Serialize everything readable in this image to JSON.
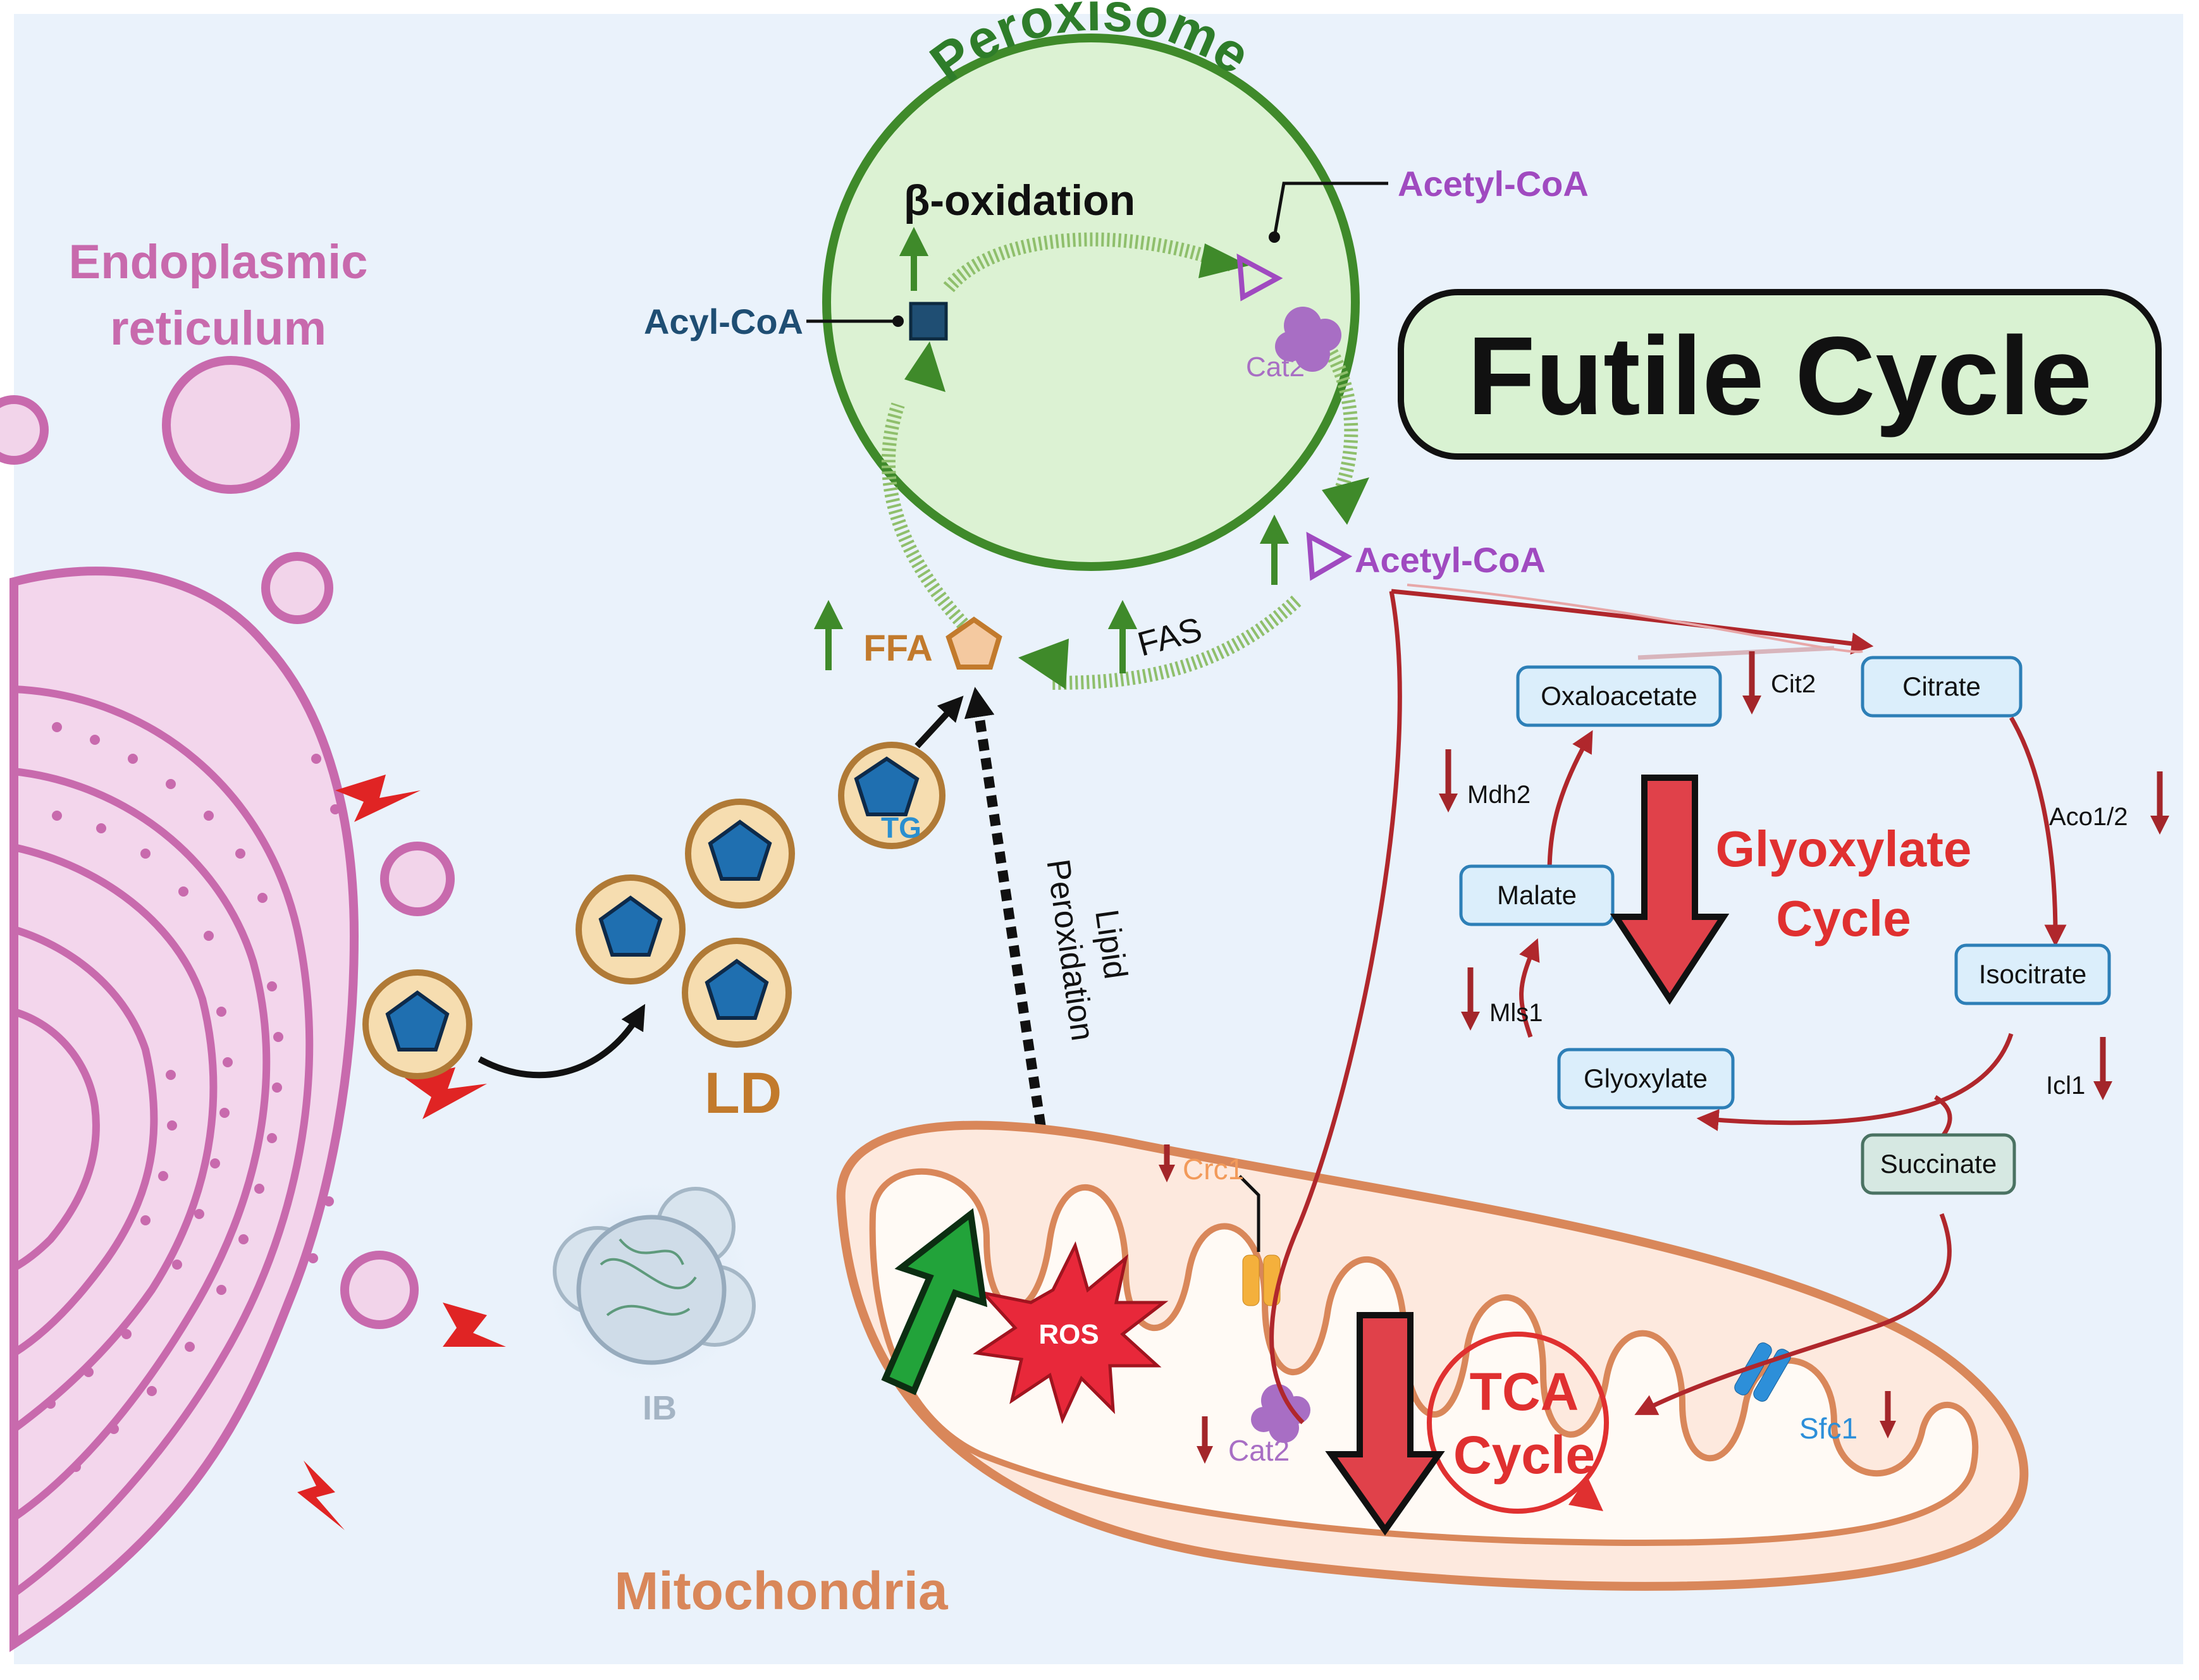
{
  "organelles": {
    "er": "Endoplasmic reticulum",
    "er_line1": "Endoplasmic",
    "er_line2": "reticulum",
    "peroxisome": "Peroxisome",
    "mitochondria": "Mitochondria",
    "lipid_droplet": "LD",
    "inclusion_body": "IB"
  },
  "title": "Futile Cycle",
  "peroxisome": {
    "beta_oxidation": "β-oxidation",
    "acyl_coa": "Acyl-CoA",
    "acetyl_coa_inner": "Acetyl-CoA",
    "acetyl_coa_outer": "Acetyl-CoA",
    "cat2": "Cat2",
    "fas": "FAS",
    "ffa": "FFA",
    "tg": "TG"
  },
  "lipid_peroxidation": {
    "line1": "Lipid",
    "line2": "Peroxidation"
  },
  "glyoxylate_cycle": {
    "title_line1": "Glyoxylate",
    "title_line2": "Cycle",
    "metabolites": {
      "oxaloacetate": "Oxaloacetate",
      "citrate": "Citrate",
      "isocitrate": "Isocitrate",
      "malate": "Malate",
      "glyoxylate": "Glyoxylate",
      "succinate": "Succinate"
    },
    "enzymes": {
      "cit2": "Cit2",
      "aco": "Aco1/2",
      "icl1": "Icl1",
      "mls1": "Mls1",
      "mdh2": "Mdh2"
    }
  },
  "mitochondria": {
    "ros": "ROS",
    "tca_line1": "TCA",
    "tca_line2": "Cycle",
    "crc1": "Crc1",
    "cat2": "Cat2",
    "sfc1": "Sfc1"
  },
  "colors": {
    "background": "#eaf2fb",
    "er": "#c86aad",
    "peroxisome_green": "#3a7d2b",
    "acetyl_purple": "#a04ac0",
    "acyl_blue": "#1f4e73",
    "ffa_orange": "#c27a2c",
    "glyox_red": "#e03030",
    "arrow_dark_red": "#a3262a",
    "mito_orange": "#d9875a",
    "metabolite_box": "#dbeefb",
    "succinate_box": "#d6e8e2"
  }
}
